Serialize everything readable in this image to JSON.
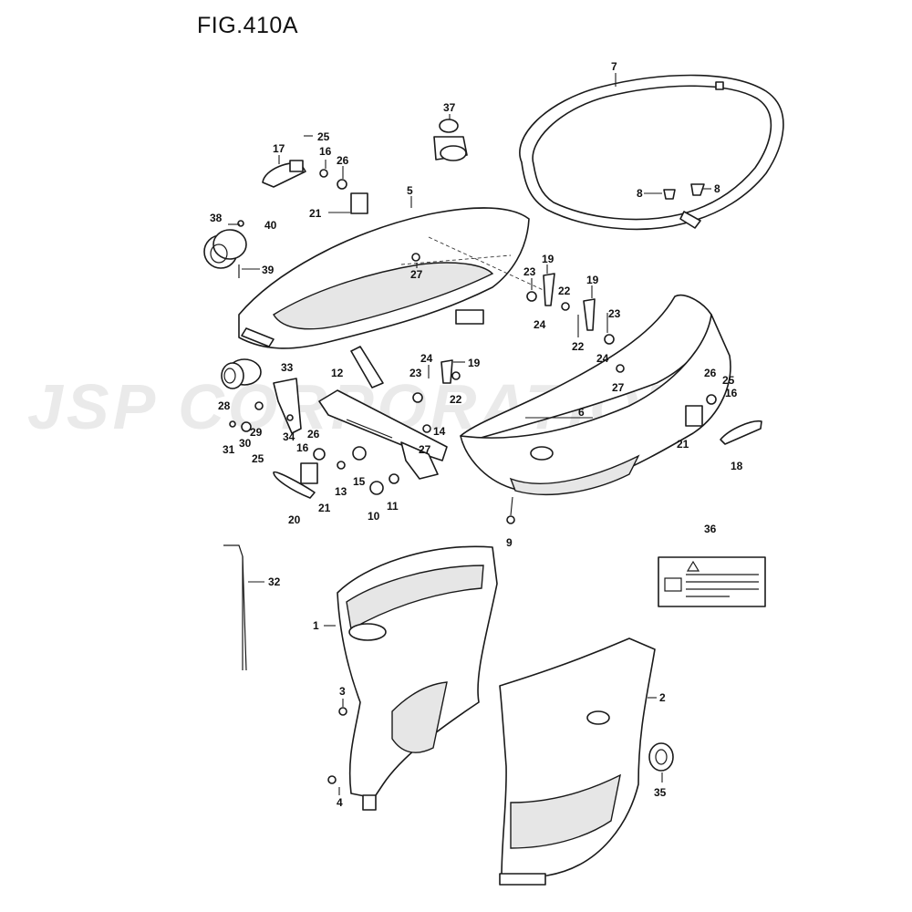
{
  "figure": {
    "title": "FIG.410A"
  },
  "watermark": {
    "text": "JSP CORPORATION"
  },
  "callouts": [
    {
      "id": "c7",
      "label": "7"
    },
    {
      "id": "c37",
      "label": "37"
    },
    {
      "id": "c25a",
      "label": "25"
    },
    {
      "id": "c17",
      "label": "17"
    },
    {
      "id": "c16a",
      "label": "16"
    },
    {
      "id": "c26a",
      "label": "26"
    },
    {
      "id": "c5",
      "label": "5"
    },
    {
      "id": "c21a",
      "label": "21"
    },
    {
      "id": "c38",
      "label": "38"
    },
    {
      "id": "c40",
      "label": "40"
    },
    {
      "id": "c8a",
      "label": "8"
    },
    {
      "id": "c8b",
      "label": "8"
    },
    {
      "id": "c27a",
      "label": "27"
    },
    {
      "id": "c39",
      "label": "39"
    },
    {
      "id": "c19a",
      "label": "19"
    },
    {
      "id": "c23a",
      "label": "23"
    },
    {
      "id": "c22a",
      "label": "22"
    },
    {
      "id": "c19b",
      "label": "19"
    },
    {
      "id": "c24a",
      "label": "24"
    },
    {
      "id": "c23b",
      "label": "23"
    },
    {
      "id": "c22b",
      "label": "22"
    },
    {
      "id": "c24b",
      "label": "24"
    },
    {
      "id": "c24c",
      "label": "24"
    },
    {
      "id": "c19c",
      "label": "19"
    },
    {
      "id": "c33",
      "label": "33"
    },
    {
      "id": "c12",
      "label": "12"
    },
    {
      "id": "c23c",
      "label": "23"
    },
    {
      "id": "c22c",
      "label": "22"
    },
    {
      "id": "c27b",
      "label": "27"
    },
    {
      "id": "c26b",
      "label": "26"
    },
    {
      "id": "c25b",
      "label": "25"
    },
    {
      "id": "c16b",
      "label": "16"
    },
    {
      "id": "c28",
      "label": "28"
    },
    {
      "id": "c6",
      "label": "6"
    },
    {
      "id": "c29",
      "label": "29"
    },
    {
      "id": "c31",
      "label": "31"
    },
    {
      "id": "c30",
      "label": "30"
    },
    {
      "id": "c34",
      "label": "34"
    },
    {
      "id": "c26c",
      "label": "26"
    },
    {
      "id": "c14",
      "label": "14"
    },
    {
      "id": "c27c",
      "label": "27"
    },
    {
      "id": "c21b",
      "label": "21"
    },
    {
      "id": "c18",
      "label": "18"
    },
    {
      "id": "c25c",
      "label": "25"
    },
    {
      "id": "c16c",
      "label": "16"
    },
    {
      "id": "c13",
      "label": "13"
    },
    {
      "id": "c15",
      "label": "15"
    },
    {
      "id": "c11",
      "label": "11"
    },
    {
      "id": "c10",
      "label": "10"
    },
    {
      "id": "c21c",
      "label": "21"
    },
    {
      "id": "c20",
      "label": "20"
    },
    {
      "id": "c9",
      "label": "9"
    },
    {
      "id": "c36",
      "label": "36"
    },
    {
      "id": "c32",
      "label": "32"
    },
    {
      "id": "c1",
      "label": "1"
    },
    {
      "id": "c2",
      "label": "2"
    },
    {
      "id": "c3",
      "label": "3"
    },
    {
      "id": "c35",
      "label": "35"
    },
    {
      "id": "c4",
      "label": "4"
    }
  ]
}
